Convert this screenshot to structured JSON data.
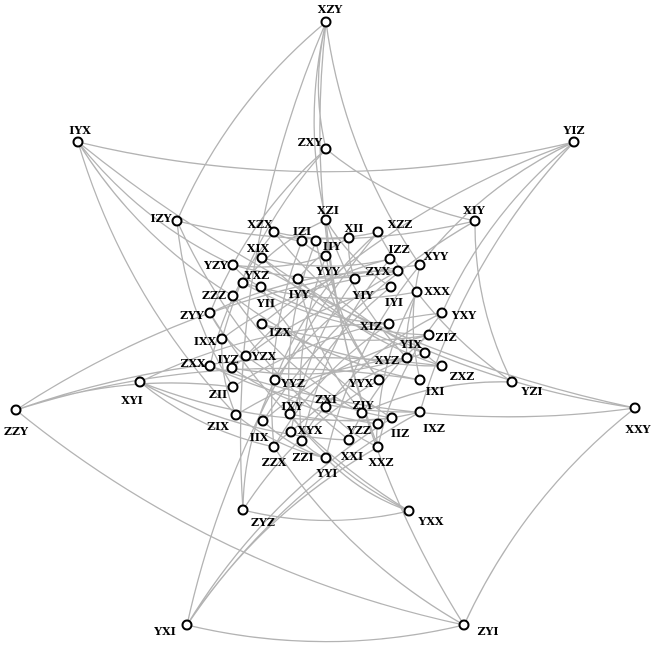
{
  "graph": {
    "colors": {
      "edge": "#b3b3b3",
      "node_stroke": "#000000",
      "node_fill": "#ffffff",
      "label": "#000000"
    },
    "nodes": [
      "XZY",
      "IYX",
      "YIZ",
      "ZXY",
      "XZI",
      "IZY",
      "XIY",
      "XZX",
      "XZZ",
      "IZI",
      "XII",
      "IIY",
      "XIX",
      "IZZ",
      "YZY",
      "YYY",
      "YXZ",
      "XYY",
      "ZYX",
      "IYY",
      "YIY",
      "YII",
      "ZZZ",
      "IYI",
      "XXX",
      "ZYY",
      "YXY",
      "XIZ",
      "IZX",
      "ZIZ",
      "IXX",
      "YIX",
      "IYZ",
      "YZX",
      "XYZ",
      "ZXX",
      "ZXZ",
      "XYI",
      "YYZ",
      "YYX",
      "YZI",
      "IXI",
      "ZII",
      "ZXI",
      "XXY",
      "ZZY",
      "IXY",
      "ZIY",
      "IIZ",
      "ZIX",
      "IXZ",
      "IIX",
      "XYX",
      "YZZ",
      "ZZI",
      "XXI",
      "ZZX",
      "XXZ",
      "YYI",
      "ZYZ",
      "YXX",
      "YXI",
      "ZYI"
    ],
    "edges": [
      [
        "XZY",
        "ZXY"
      ],
      [
        "XZY",
        "XZI"
      ],
      [
        "XZY",
        "IZY"
      ],
      [
        "XZY",
        "XYY"
      ],
      [
        "XZY",
        "ZYZ"
      ],
      [
        "XZY",
        "XXZ"
      ],
      [
        "IYX",
        "YIZ"
      ],
      [
        "IYX",
        "YZY"
      ],
      [
        "IYX",
        "ZZZ"
      ],
      [
        "IYX",
        "XXY"
      ],
      [
        "IYX",
        "ZIX"
      ],
      [
        "YIZ",
        "XYY"
      ],
      [
        "YIZ",
        "YXY"
      ],
      [
        "YIZ",
        "YZX"
      ],
      [
        "YIZ",
        "IXZ"
      ],
      [
        "ZXY",
        "ZYY"
      ],
      [
        "ZXY",
        "XIY"
      ],
      [
        "ZXY",
        "IXX"
      ],
      [
        "XZI",
        "IYI"
      ],
      [
        "XZI",
        "XYZ"
      ],
      [
        "XZI",
        "ZYI"
      ],
      [
        "XZI",
        "YXZ"
      ],
      [
        "IZY",
        "XIY"
      ],
      [
        "IZY",
        "ZII"
      ],
      [
        "IZY",
        "XXI"
      ],
      [
        "XIY",
        "YZI"
      ],
      [
        "XIY",
        "IIX"
      ],
      [
        "XZX",
        "XZZ"
      ],
      [
        "XZX",
        "ZXX"
      ],
      [
        "XZX",
        "YIX"
      ],
      [
        "XZX",
        "IZI"
      ],
      [
        "XZZ",
        "YZI"
      ],
      [
        "XZZ",
        "YXI"
      ],
      [
        "XZZ",
        "YYZ"
      ],
      [
        "IZI",
        "YYY"
      ],
      [
        "IZI",
        "ZZX"
      ],
      [
        "XII",
        "YIY"
      ],
      [
        "XII",
        "IYY"
      ],
      [
        "IIY",
        "IXY"
      ],
      [
        "IIY",
        "YYX"
      ],
      [
        "XIX",
        "YIX"
      ],
      [
        "XIX",
        "IZZ"
      ],
      [
        "XIX",
        "XXY"
      ],
      [
        "IZZ",
        "ZZI"
      ],
      [
        "IZZ",
        "IZX"
      ],
      [
        "YZY",
        "YYY"
      ],
      [
        "YZY",
        "ZYX"
      ],
      [
        "YZY",
        "YII"
      ],
      [
        "YYY",
        "YYX"
      ],
      [
        "YYY",
        "ZZI"
      ],
      [
        "YXZ",
        "XXX"
      ],
      [
        "YXZ",
        "ZIZ"
      ],
      [
        "XYY",
        "IXI"
      ],
      [
        "XYY",
        "YYI"
      ],
      [
        "XYY",
        "ZZY"
      ],
      [
        "ZYX",
        "ZYY"
      ],
      [
        "ZYX",
        "YYZ"
      ],
      [
        "IYY",
        "ZIY"
      ],
      [
        "IYY",
        "ZXZ"
      ],
      [
        "YIY",
        "IXX"
      ],
      [
        "YIY",
        "XYX"
      ],
      [
        "YII",
        "XIZ"
      ],
      [
        "YII",
        "IIZ"
      ],
      [
        "ZZZ",
        "IXI"
      ],
      [
        "ZZZ",
        "ZIY"
      ],
      [
        "IYI",
        "IXY"
      ],
      [
        "IYI",
        "IYZ"
      ],
      [
        "XXX",
        "XYZ"
      ],
      [
        "XXX",
        "YZZ"
      ],
      [
        "ZYY",
        "YXX"
      ],
      [
        "ZYY",
        "YZX"
      ],
      [
        "YXY",
        "ZII"
      ],
      [
        "YXY",
        "ZXI"
      ],
      [
        "YXY",
        "XXZ"
      ],
      [
        "XIZ",
        "XYI"
      ],
      [
        "XIZ",
        "ZZX"
      ],
      [
        "IZX",
        "ZIZ"
      ],
      [
        "IZX",
        "ZXZ"
      ],
      [
        "ZIZ",
        "IIX"
      ],
      [
        "ZIZ",
        "XXI"
      ],
      [
        "IXX",
        "ZIX"
      ],
      [
        "YIX",
        "ZXZ"
      ],
      [
        "YIX",
        "XYX"
      ],
      [
        "IYZ",
        "XYZ"
      ],
      [
        "IYZ",
        "YZZ"
      ],
      [
        "YZX",
        "IIZ"
      ],
      [
        "XYZ",
        "ZIX"
      ],
      [
        "ZXX",
        "IXZ"
      ],
      [
        "ZXX",
        "XXY"
      ],
      [
        "ZXZ",
        "ZZY"
      ],
      [
        "XYI",
        "ZZX"
      ],
      [
        "XYI",
        "IIZ"
      ],
      [
        "XYI",
        "XXI"
      ],
      [
        "YYZ",
        "ZYZ"
      ],
      [
        "YYX",
        "ZYZ"
      ],
      [
        "YZI",
        "ZIY"
      ],
      [
        "IXI",
        "ZZY"
      ],
      [
        "ZII",
        "ZZY"
      ],
      [
        "ZXI",
        "ZZI"
      ],
      [
        "ZXI",
        "XXZ"
      ],
      [
        "XXY",
        "ZYI"
      ],
      [
        "ZZY",
        "ZYI"
      ],
      [
        "IXY",
        "IXZ"
      ],
      [
        "IXY",
        "YXX"
      ],
      [
        "IIZ",
        "YXI"
      ],
      [
        "ZIX",
        "YYI"
      ],
      [
        "IXZ",
        "YXI"
      ],
      [
        "IIX",
        "YYI"
      ],
      [
        "XYX",
        "ZZX"
      ],
      [
        "YZZ",
        "XXZ"
      ],
      [
        "ZZI",
        "YYI"
      ],
      [
        "ZZX",
        "ZYI"
      ],
      [
        "XXZ",
        "YXI"
      ],
      [
        "YYI",
        "YXX"
      ],
      [
        "ZYZ",
        "YXX"
      ],
      [
        "YXI",
        "ZYI"
      ]
    ]
  }
}
